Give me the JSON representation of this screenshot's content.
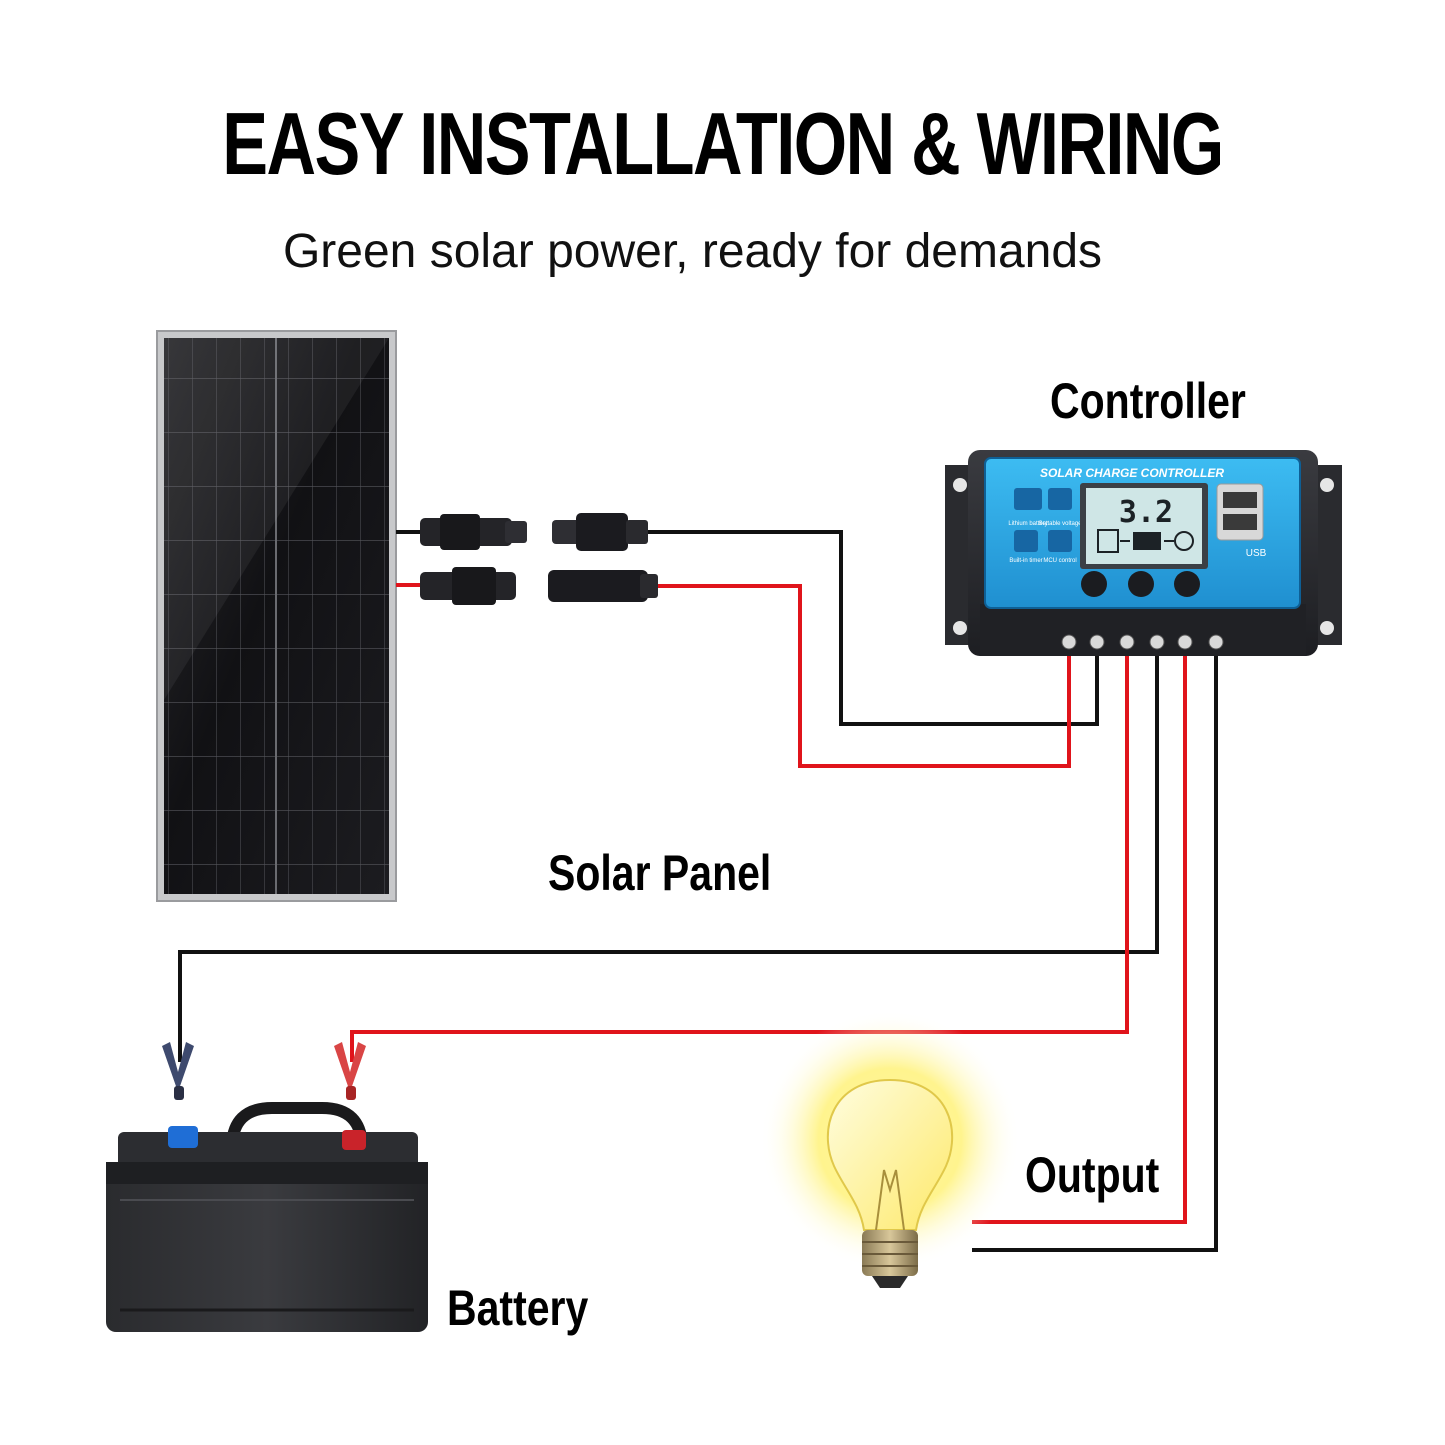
{
  "header": {
    "title": "EASY INSTALLATION & WIRING",
    "subtitle": "Green solar power, ready for demands"
  },
  "labels": {
    "controller": "Controller",
    "solar_panel": "Solar Panel",
    "battery": "Battery",
    "output": "Output"
  },
  "controller_panel": {
    "heading": "SOLAR CHARGE CONTROLLER",
    "display_value": "3.2",
    "usb_label": "USB",
    "feature_lithium": "Lithium battery",
    "feature_voltage": "Settable voltage",
    "feature_timer": "Built-in timer",
    "feature_mcu": "MCU control"
  },
  "colors": {
    "positive_wire": "#e0141b",
    "negative_wire": "#111111",
    "controller_face": "#2aa6e4",
    "bulb_glow": "#fff27a"
  }
}
